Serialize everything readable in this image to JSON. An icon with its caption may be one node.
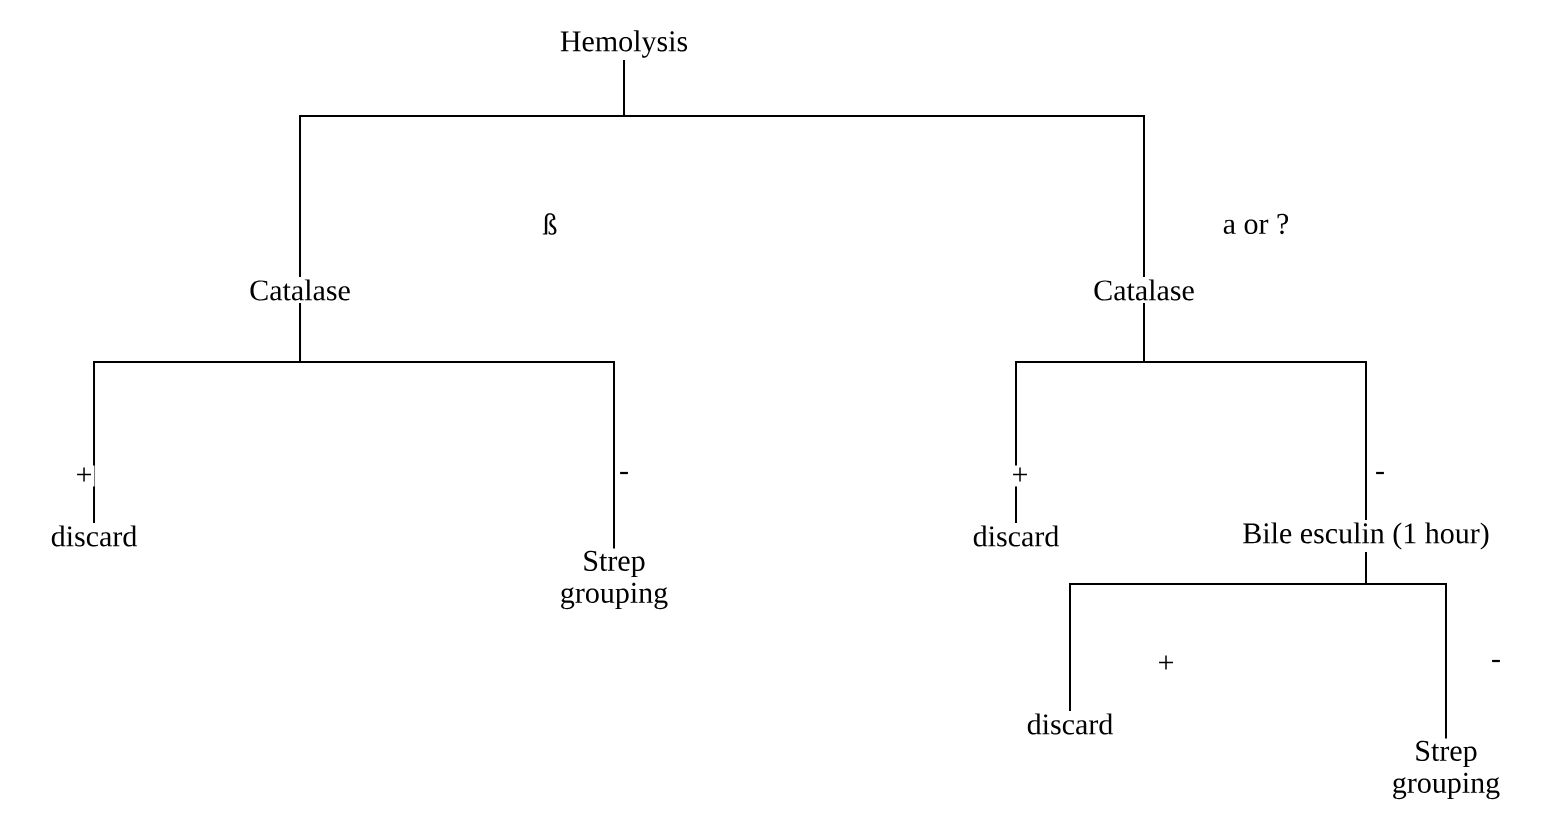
{
  "diagram": {
    "nodes": [
      {
        "text": [
          "Hemolysis"
        ]
      },
      {
        "text": [
          "Catalase"
        ]
      },
      {
        "text": [
          "Catalase"
        ]
      },
      {
        "text": [
          "discard"
        ]
      },
      {
        "text": [
          "Strep grouping"
        ]
      },
      {
        "text": [
          "discard"
        ]
      },
      {
        "text": [
          "Bile esculin (1 hour)"
        ]
      },
      {
        "text": [
          "discard"
        ]
      },
      {
        "text": [
          "Strep grouping"
        ]
      }
    ],
    "edges": [
      {
        "from": 0,
        "to": 1,
        "arrow": "none",
        "label": "ß"
      },
      {
        "from": 0,
        "to": 2,
        "arrow": "none",
        "label": "a or ?"
      },
      {
        "from": 1,
        "to": 3,
        "arrow": "none",
        "label": "+"
      },
      {
        "from": 1,
        "to": 4,
        "arrow": "none",
        "label": "-"
      },
      {
        "from": 2,
        "to": 5,
        "arrow": "none",
        "label": "+"
      },
      {
        "from": 2,
        "to": 6,
        "arrow": "none",
        "label": "-"
      },
      {
        "from": 6,
        "to": 7,
        "arrow": "none",
        "label": "+"
      },
      {
        "from": 6,
        "to": 8,
        "arrow": "none",
        "label": "-"
      }
    ]
  }
}
